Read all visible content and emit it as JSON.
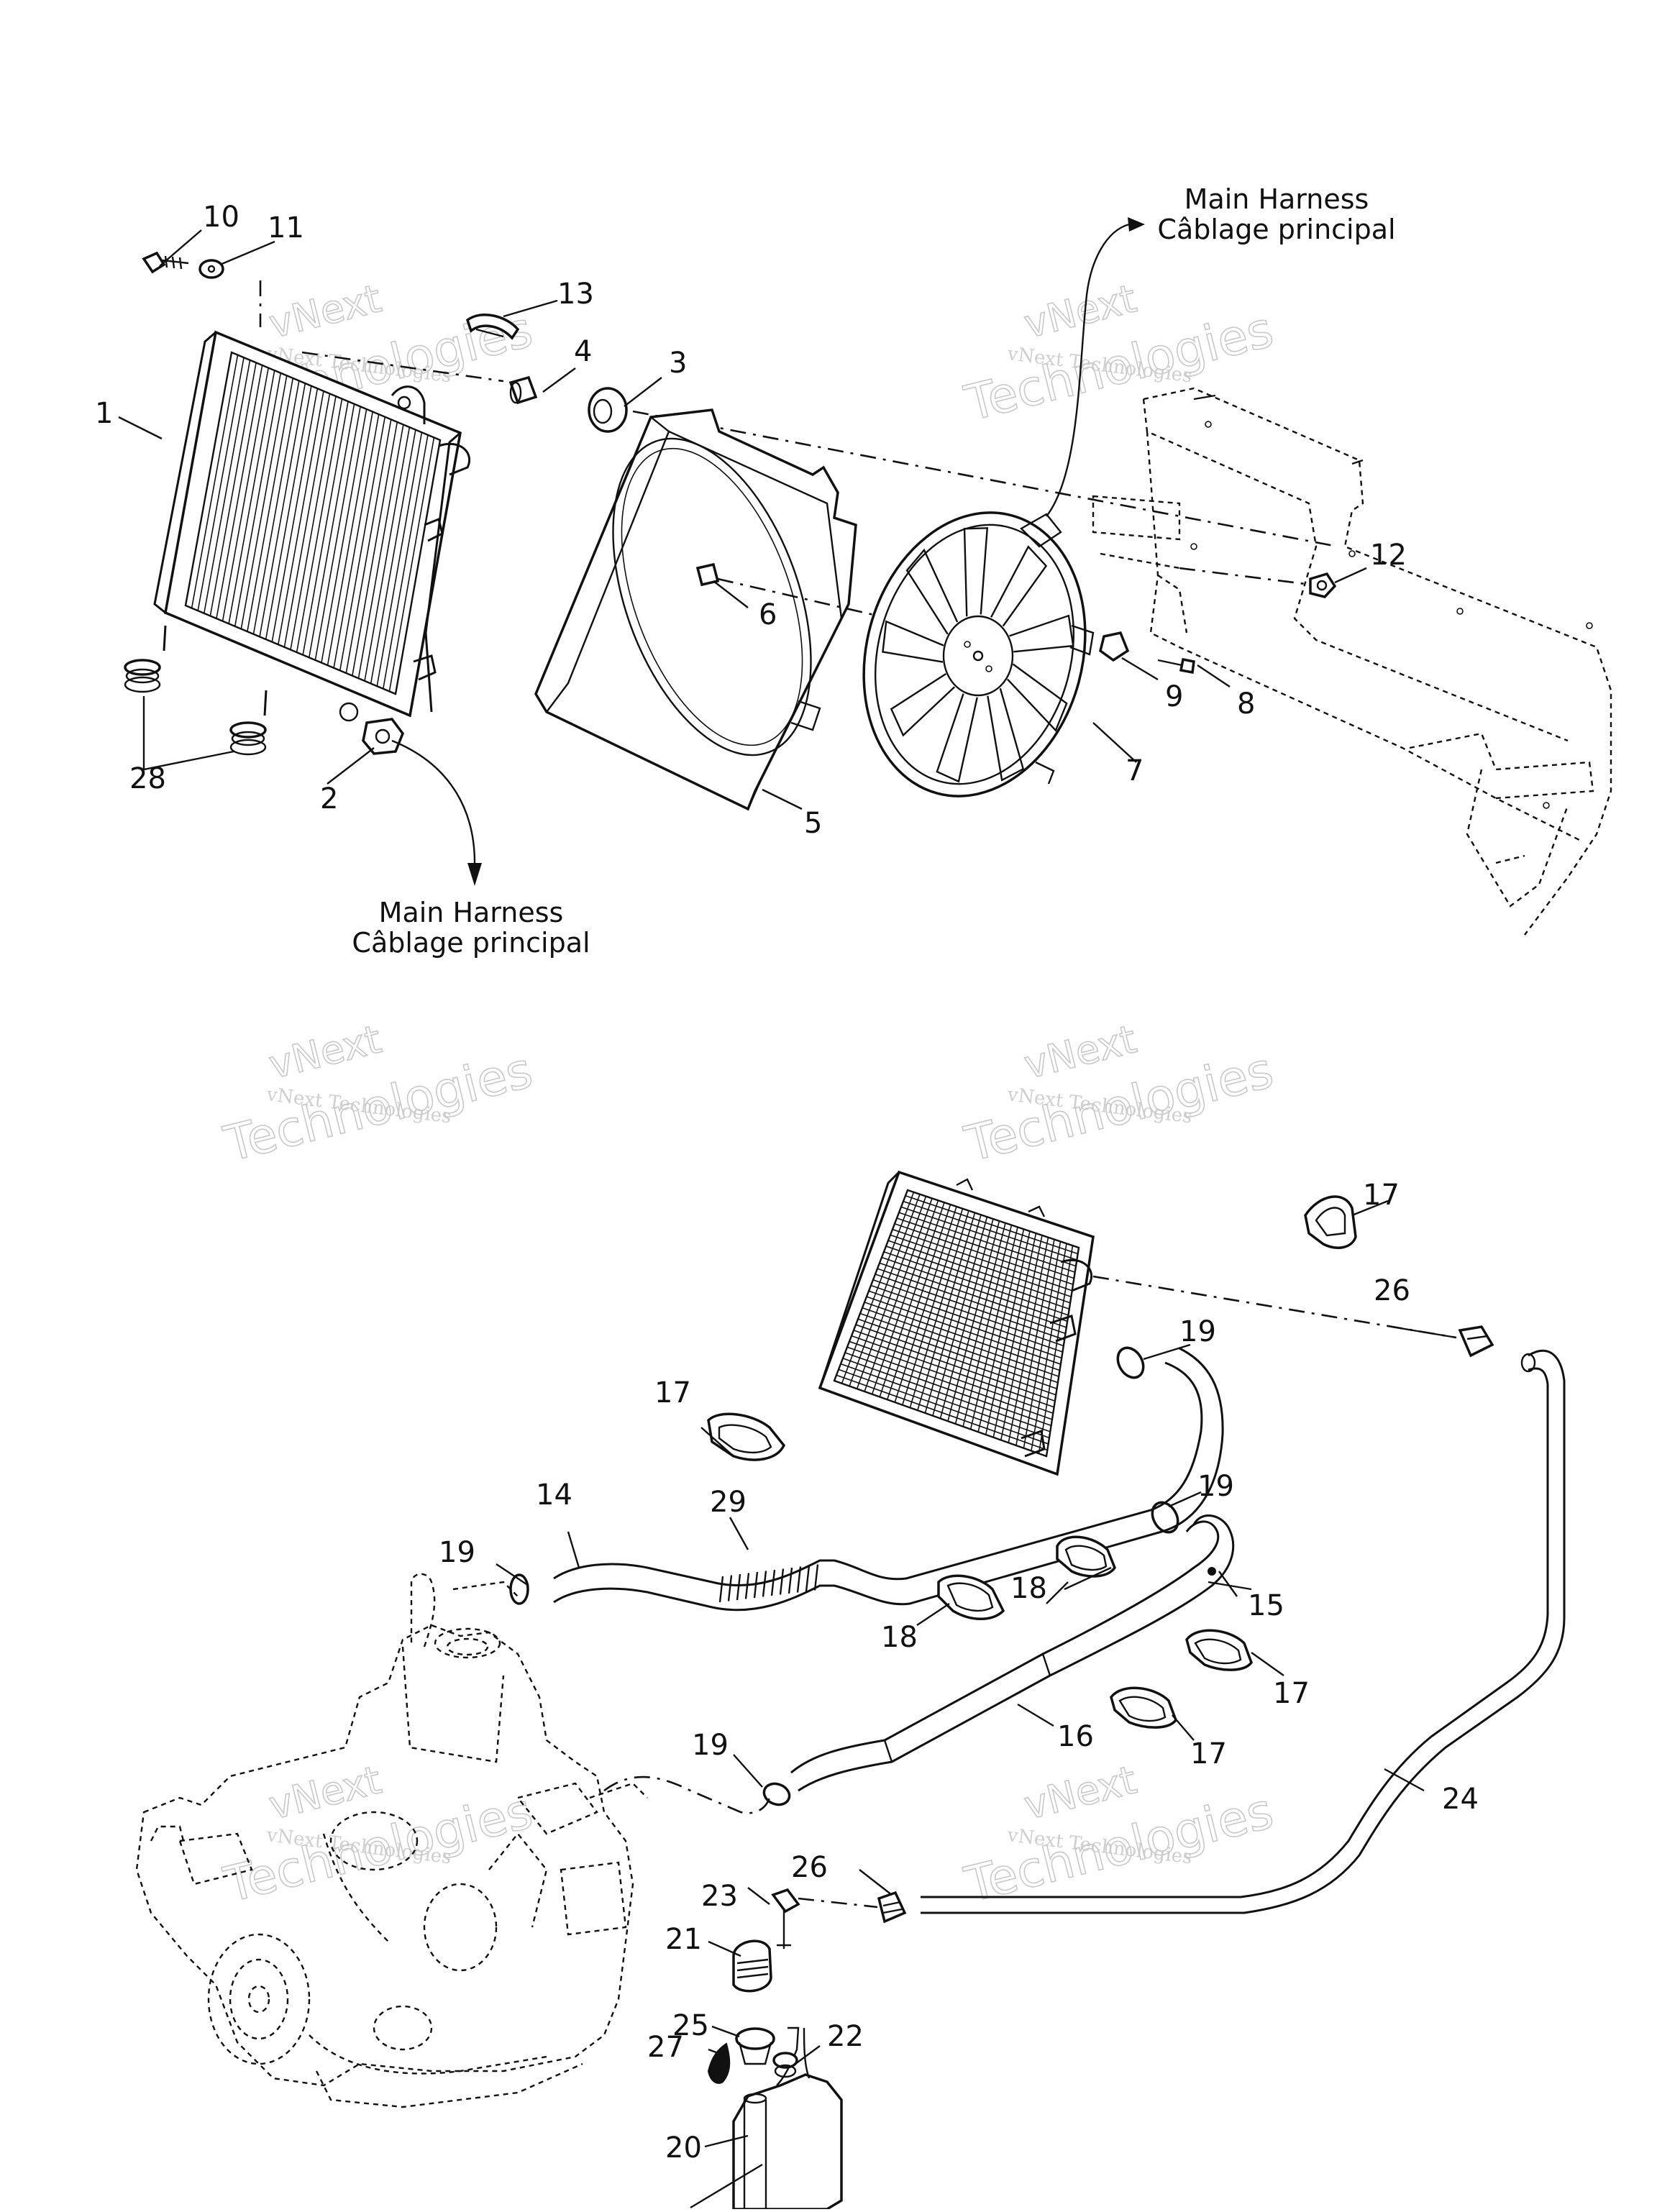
{
  "diagram": {
    "harness_labels": {
      "top_line1": "Main Harness",
      "top_line2": "Câblage principal",
      "mid_line1": "Main Harness",
      "mid_line2": "Câblage principal"
    },
    "watermark": {
      "brand": "vNext",
      "line": "vNext Technologies",
      "big": "Technologies"
    },
    "callouts": {
      "c1": "1",
      "c2": "2",
      "c3": "3",
      "c4": "4",
      "c5": "5",
      "c6": "6",
      "c7": "7",
      "c8": "8",
      "c9": "9",
      "c10": "10",
      "c11": "11",
      "c12": "12",
      "c13": "13",
      "c14": "14",
      "c15": "15",
      "c16": "16",
      "c17a": "17",
      "c17b": "17",
      "c17c": "17",
      "c17d": "17",
      "c18a": "18",
      "c18b": "18",
      "c19a": "19",
      "c19b": "19",
      "c19c": "19",
      "c19d": "19",
      "c20": "20",
      "c21": "21",
      "c22": "22",
      "c23": "23",
      "c24": "24",
      "c25": "25",
      "c26a": "26",
      "c26b": "26",
      "c27": "27",
      "c28": "28",
      "c29": "29"
    }
  }
}
